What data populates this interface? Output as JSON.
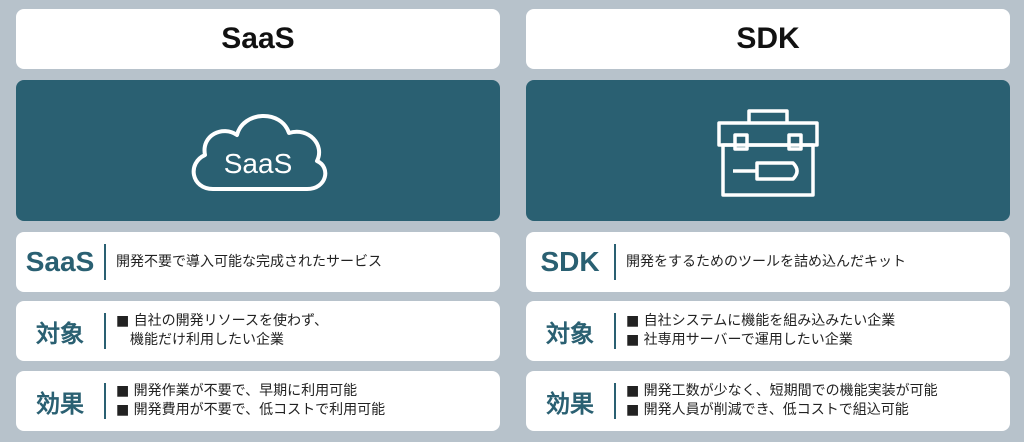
{
  "columns": [
    {
      "title": "SaaS",
      "icon": "cloud-icon",
      "icon_text": "SaaS",
      "definition": {
        "label": "SaaS",
        "text": "開発不要で導入可能な完成されたサービス"
      },
      "target": {
        "label": "対象",
        "lines": [
          "■ 自社の開発リソースを使わず、",
          "　機能だけ利用したい企業"
        ]
      },
      "effect": {
        "label": "効果",
        "lines": [
          "■ 開発作業が不要で、早期に利用可能",
          "■ 開発費用が不要で、低コストで利用可能"
        ]
      }
    },
    {
      "title": "SDK",
      "icon": "toolbox-icon",
      "definition": {
        "label": "SDK",
        "text": "開発をするためのツールを詰め込んだキット"
      },
      "target": {
        "label": "対象",
        "lines": [
          "■ 自社システムに機能を組み込みたい企業",
          "■ 社専用サーバーで運用したい企業"
        ]
      },
      "effect": {
        "label": "効果",
        "lines": [
          "■ 開発工数が少なく、短期間での機能実装が可能",
          "■ 開発人員が削減でき、低コストで組込可能"
        ]
      }
    }
  ],
  "colors": {
    "accent": "#2a6072",
    "background": "#b7c2cb",
    "card": "#ffffff"
  }
}
